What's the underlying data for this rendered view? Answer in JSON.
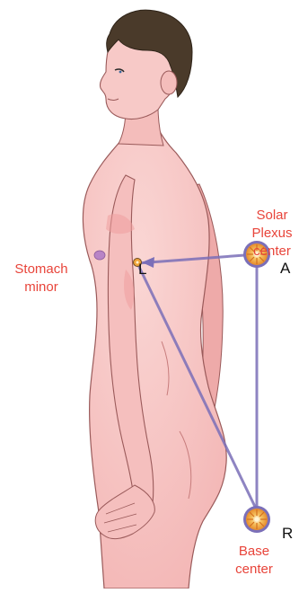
{
  "labels": {
    "solar_plexus": [
      "Solar",
      "Plexus",
      "center"
    ],
    "stomach_minor": [
      "Stomach",
      "minor"
    ],
    "base": [
      "Base",
      "center"
    ]
  },
  "points": {
    "a": "A",
    "r": "R",
    "l": "L"
  },
  "colors": {
    "label_text": "#e8443a",
    "skin": "#f6c3c1",
    "skin_shadow": "#ee9f9f",
    "hair": "#4a3a2a",
    "connector": "#7b6fb8",
    "center_orange": "#f0a33a"
  },
  "icons": {
    "center": "sunburst-center-icon",
    "minor": "small-dot-icon"
  }
}
